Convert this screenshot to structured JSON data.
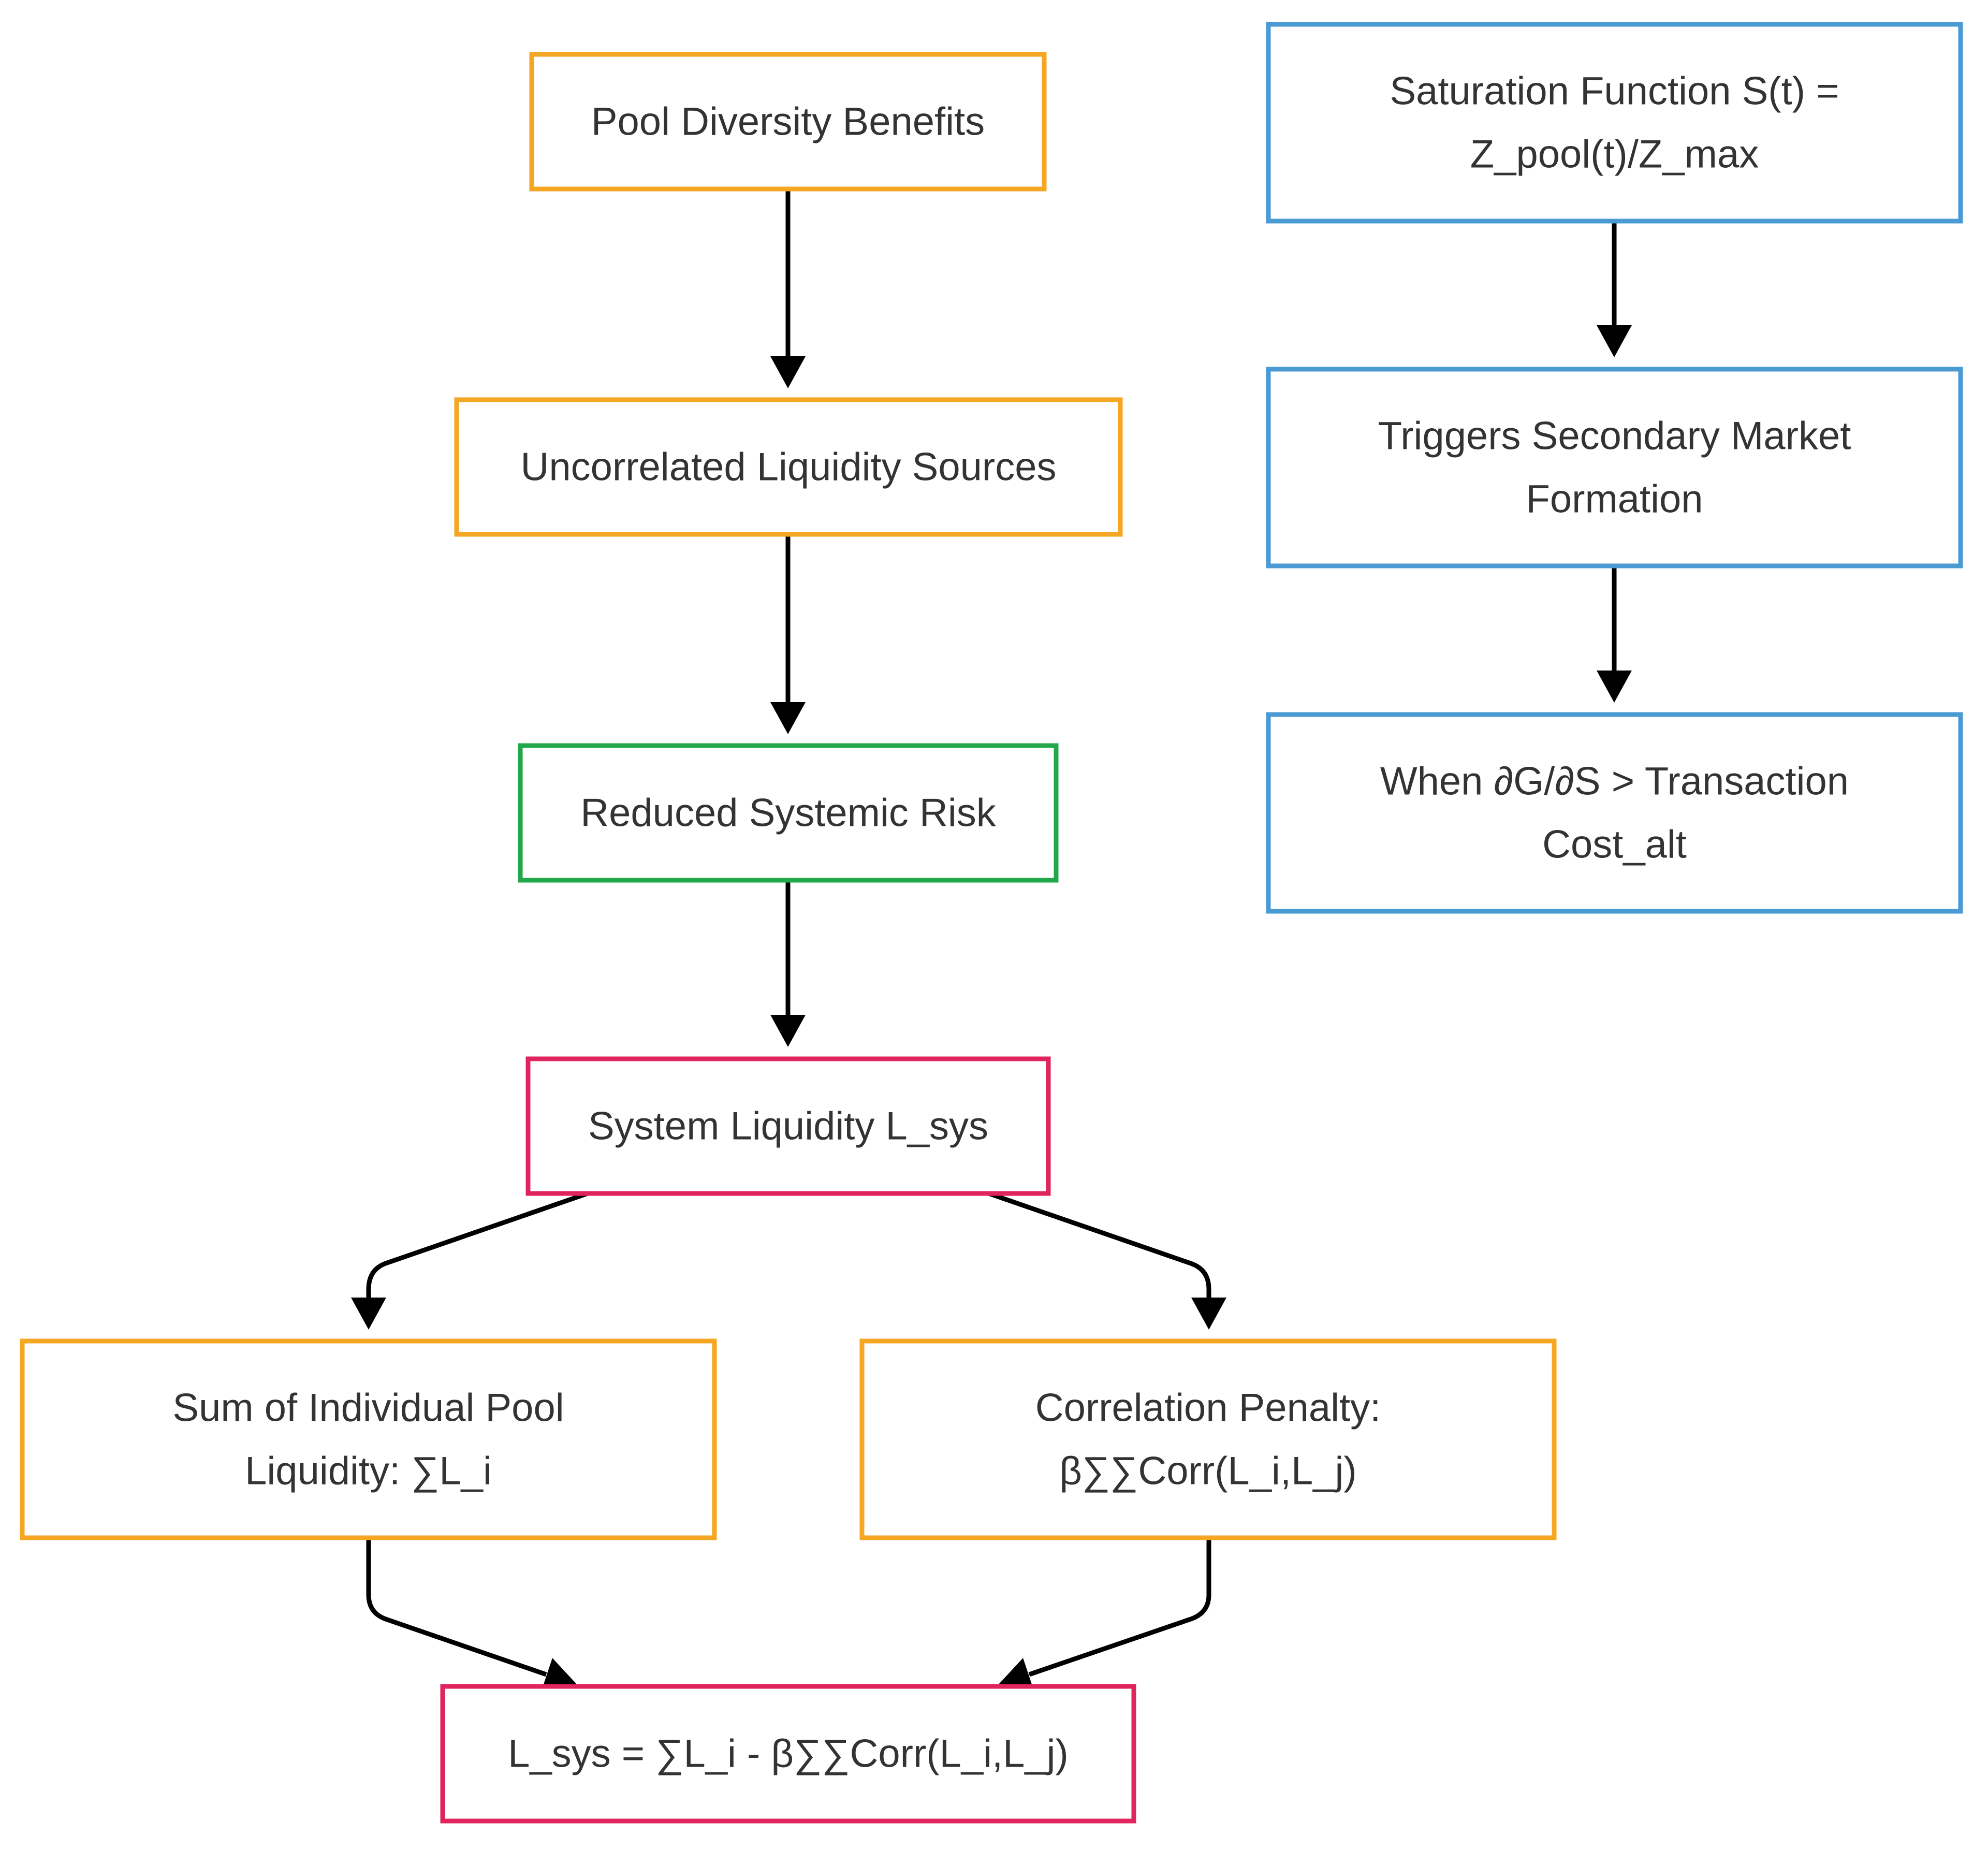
{
  "colors": {
    "orange": "#F5A623",
    "green": "#22A84A",
    "pink": "#E0245E",
    "blue": "#4A9AD4",
    "edge": "#000000",
    "text": "#333333"
  },
  "nodes": {
    "pool_diversity": {
      "lines": [
        "Pool Diversity Benefits"
      ],
      "color": "orange"
    },
    "uncorrelated": {
      "lines": [
        "Uncorrelated Liquidity Sources"
      ],
      "color": "orange"
    },
    "reduced_risk": {
      "lines": [
        "Reduced Systemic Risk"
      ],
      "color": "green"
    },
    "system_liquidity": {
      "lines": [
        "System Liquidity L_sys"
      ],
      "color": "pink"
    },
    "sum_individual": {
      "lines": [
        "Sum of Individual Pool",
        "Liquidity: ∑L_i"
      ],
      "color": "orange"
    },
    "correlation_penalty": {
      "lines": [
        "Correlation Penalty:",
        "β∑∑Corr(L_i,L_j)"
      ],
      "color": "orange"
    },
    "lsys_formula": {
      "lines": [
        "L_sys = ∑L_i - β∑∑Corr(L_i,L_j)"
      ],
      "color": "pink"
    },
    "saturation": {
      "lines": [
        "Saturation Function S(t) =",
        "Z_pool(t)/Z_max"
      ],
      "color": "blue"
    },
    "triggers": {
      "lines": [
        "Triggers Secondary Market",
        "Formation"
      ],
      "color": "blue"
    },
    "when_partial": {
      "lines": [
        "When ∂G/∂S > Transaction",
        "Cost_alt"
      ],
      "color": "blue"
    }
  },
  "edges": [
    {
      "from": "pool_diversity",
      "to": "uncorrelated"
    },
    {
      "from": "uncorrelated",
      "to": "reduced_risk"
    },
    {
      "from": "reduced_risk",
      "to": "system_liquidity"
    },
    {
      "from": "system_liquidity",
      "to": "sum_individual"
    },
    {
      "from": "system_liquidity",
      "to": "correlation_penalty"
    },
    {
      "from": "sum_individual",
      "to": "lsys_formula"
    },
    {
      "from": "correlation_penalty",
      "to": "lsys_formula"
    },
    {
      "from": "saturation",
      "to": "triggers"
    },
    {
      "from": "triggers",
      "to": "when_partial"
    }
  ]
}
